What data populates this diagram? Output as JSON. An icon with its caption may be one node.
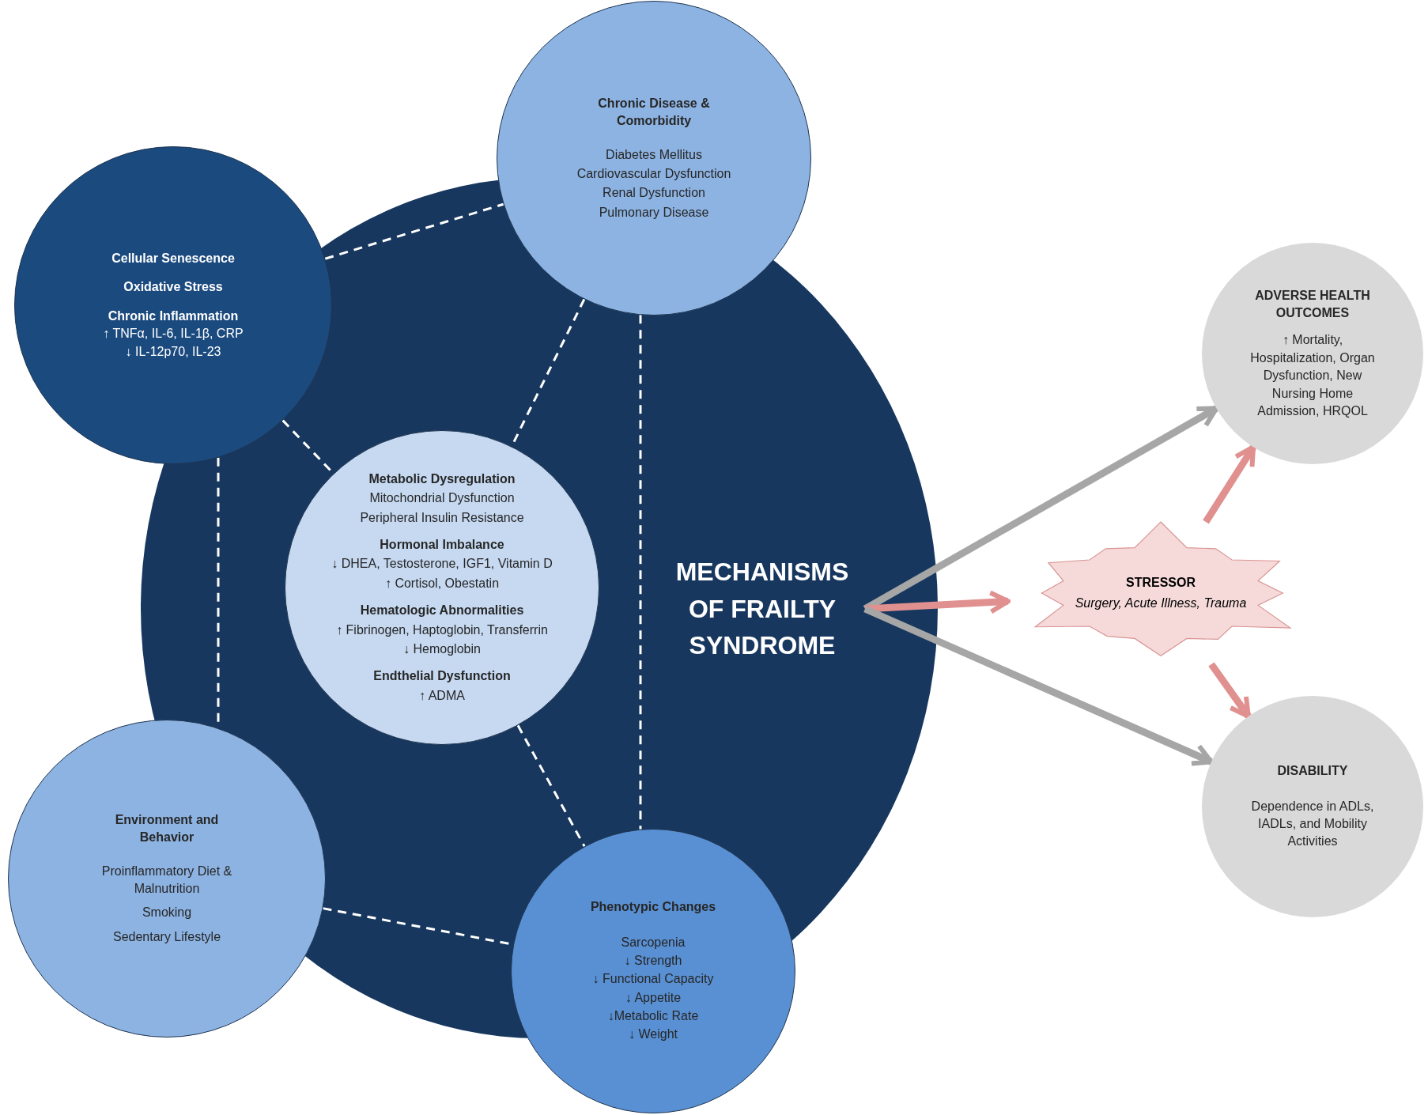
{
  "diagram": {
    "nodes": [
      {
        "text": [],
        "shape": "circle"
      },
      {
        "text": [
          "MECHANISMS OF FRAILTY SYNDROME"
        ],
        "in": 0
      },
      {
        "text": [
          "Metabolic Dysregulation",
          "Mitochondrial Dysfunction",
          "Peripheral Insulin Resistance",
          "Hormonal Imbalance",
          "↓ DHEA, Testosterone, IGF1, Vitamin D",
          "↑ Cortisol, Obestatin",
          "Hematologic Abnormalities",
          "↑ Fibrinogen, Haptoglobin, Transferrin",
          "↓ Hemoglobin",
          "Endthelial Dysfunction",
          "↑ ADMA"
        ],
        "in": 0
      },
      {
        "text": [
          "Cellular Senescence",
          "Oxidative Stress",
          "Chronic Inflammation",
          "↑ TNFα, IL-6, IL-1β, CRP",
          "↓ IL-12p70, IL-23"
        ]
      },
      {
        "text": [
          "Chronic Disease & Comorbidity",
          "Diabetes Mellitus",
          "Cardiovascular Dysfunction",
          "Renal Dysfunction",
          "Pulmonary Disease"
        ]
      },
      {
        "text": [
          "Environment and Behavior",
          "Proinflammatory Diet & Malnutrition",
          "Smoking",
          "Sedentary Lifestyle"
        ]
      },
      {
        "text": [
          "Phenotypic Changes",
          "Sarcopenia",
          "↓ Strength",
          "↓ Functional Capacity",
          "↓ Appetite",
          "↓Metabolic Rate",
          "↓ Weight"
        ]
      },
      {
        "text": [
          "ADVERSE HEALTH OUTCOMES",
          "↑ Mortality, Hospitalization, Organ Dysfunction, New Nursing Home Admission, HRQOL"
        ]
      },
      {
        "text": [
          "STRESSOR",
          "Surgery, Acute Illness, Trauma"
        ]
      },
      {
        "text": [
          "DISABILITY",
          "Dependence in ADLs, IADLs, and Mobility Activities"
        ]
      }
    ],
    "edges": [
      {
        "from": 3,
        "to": 4,
        "arrow": "none",
        "style": "dashed"
      },
      {
        "from": 3,
        "to": 2,
        "arrow": "none",
        "style": "dashed"
      },
      {
        "from": 4,
        "to": 2,
        "arrow": "none",
        "style": "dashed"
      },
      {
        "from": 3,
        "to": 5,
        "arrow": "none",
        "style": "dashed"
      },
      {
        "from": 5,
        "to": 6,
        "arrow": "none",
        "style": "dashed"
      },
      {
        "from": 2,
        "to": 6,
        "arrow": "none",
        "style": "dashed"
      },
      {
        "from": 4,
        "to": 6,
        "arrow": "none",
        "style": "dashed"
      },
      {
        "from": 1,
        "to": 7,
        "arrow": "to",
        "style": "thick",
        "color": "#a6a6a6"
      },
      {
        "from": 1,
        "to": 8,
        "arrow": "to",
        "style": "thick",
        "color": "#e0908f"
      },
      {
        "from": 1,
        "to": 9,
        "arrow": "to",
        "style": "thick",
        "color": "#a6a6a6"
      },
      {
        "from": 8,
        "to": 7,
        "arrow": "to",
        "style": "thick",
        "color": "#e0908f"
      },
      {
        "from": 8,
        "to": 9,
        "arrow": "to",
        "style": "thick",
        "color": "#e0908f"
      }
    ]
  }
}
